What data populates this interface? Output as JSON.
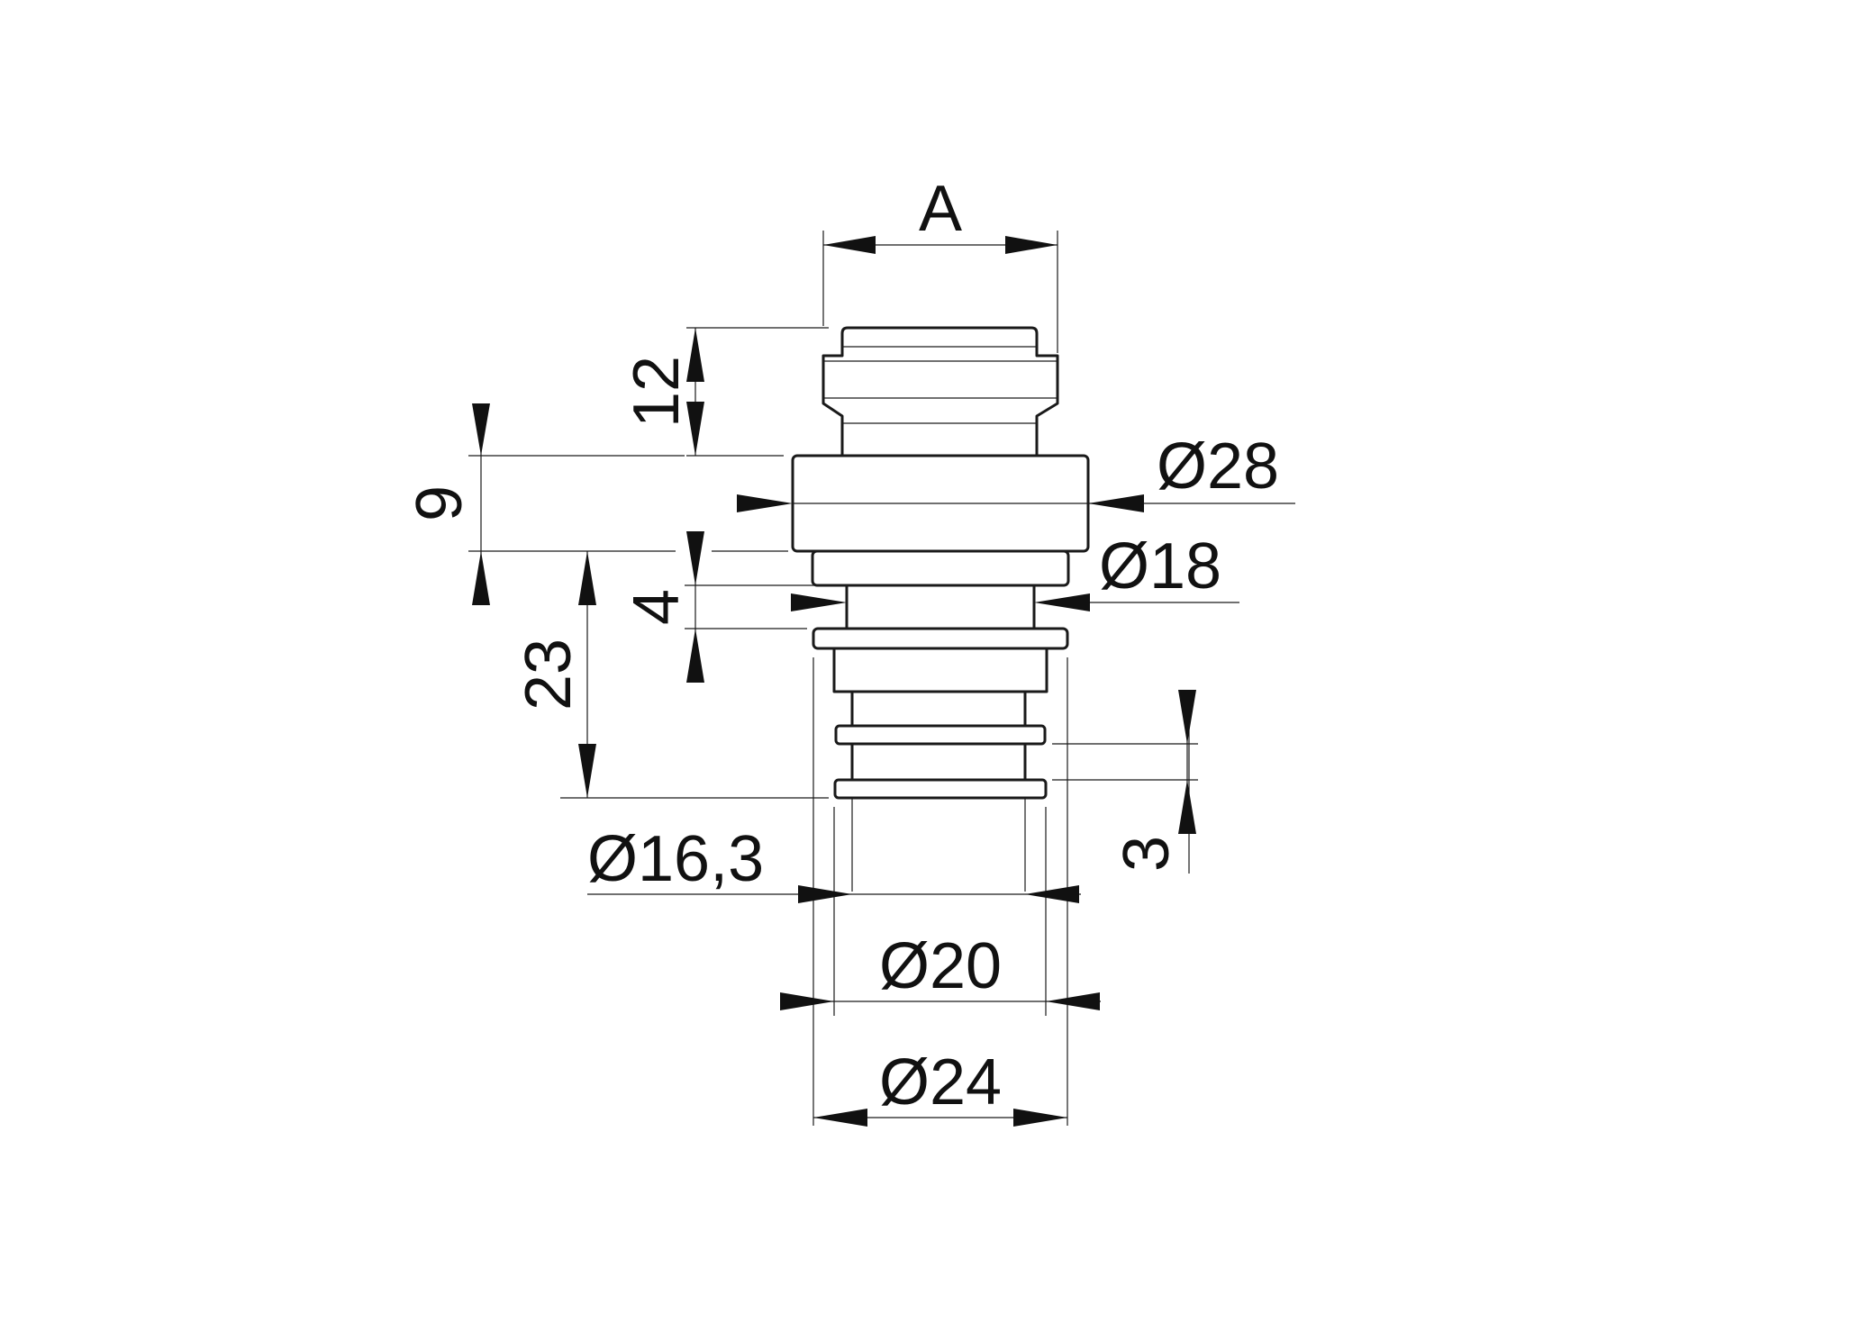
{
  "drawing": {
    "dimensions": {
      "width_a": "A",
      "height_12": "12",
      "height_9": "9",
      "height_4": "4",
      "height_23": "23",
      "height_3": "3",
      "dia_28": "Ø28",
      "dia_18": "Ø18",
      "dia_16_3": "Ø16,3",
      "dia_20": "Ø20",
      "dia_24": "Ø24"
    },
    "colors": {
      "line": "#1a1a1a",
      "background": "#ffffff"
    }
  }
}
